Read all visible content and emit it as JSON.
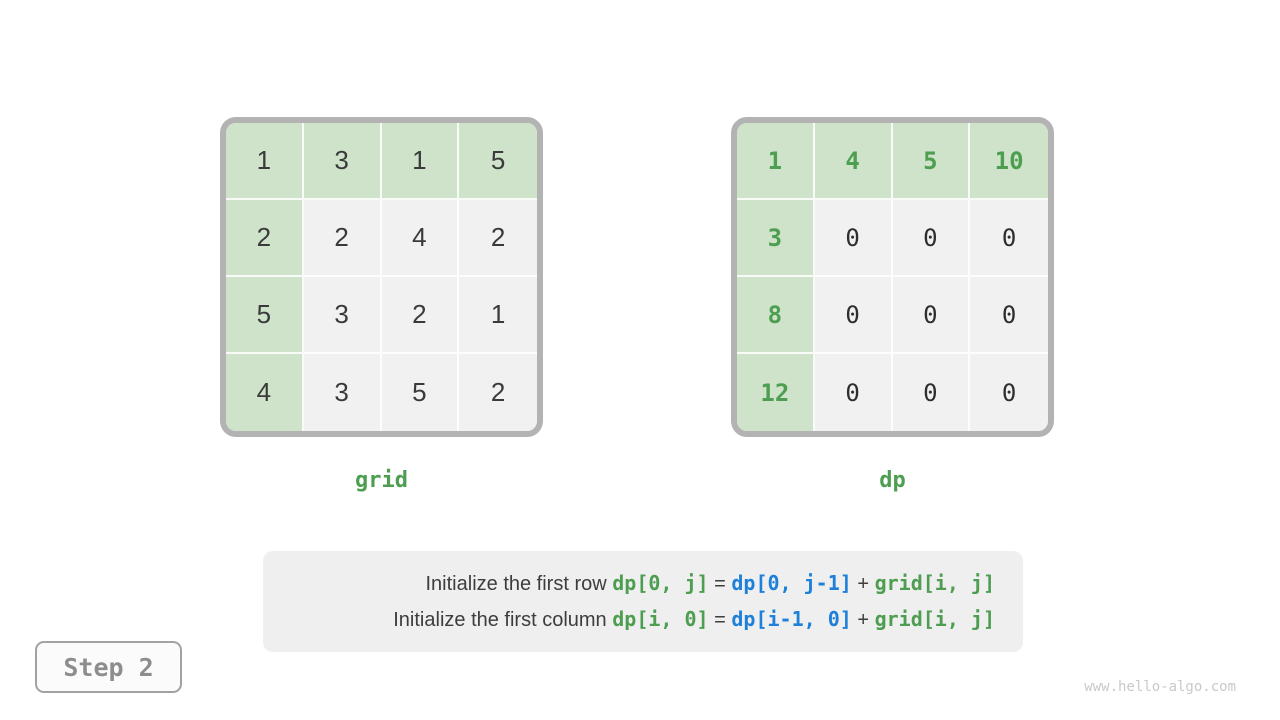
{
  "page": {
    "watermark": "www.hello-algo.com"
  },
  "step_badge": {
    "label": "Step 2"
  },
  "matrices": [
    {
      "id": "grid",
      "title": "grid",
      "rows": [
        [
          "1",
          "3",
          "1",
          "5"
        ],
        [
          "2",
          "2",
          "4",
          "2"
        ],
        [
          "5",
          "3",
          "2",
          "1"
        ],
        [
          "4",
          "3",
          "5",
          "2"
        ]
      ],
      "highlight": {
        "rows": [
          0
        ],
        "cols": [
          0
        ]
      },
      "highlight_value_text": false
    },
    {
      "id": "dp",
      "title": "dp",
      "rows": [
        [
          "1",
          "4",
          "5",
          "10"
        ],
        [
          "3",
          "0",
          "0",
          "0"
        ],
        [
          "8",
          "0",
          "0",
          "0"
        ],
        [
          "12",
          "0",
          "0",
          "0"
        ]
      ],
      "highlight": {
        "rows": [
          0
        ],
        "cols": [
          0
        ]
      },
      "highlight_value_text": true
    }
  ],
  "caption": {
    "lines": [
      {
        "segments": [
          {
            "text": "Initialize the first row ",
            "style": "plain"
          },
          {
            "text": "dp[0, j]",
            "style": "green"
          },
          {
            "text": " = ",
            "style": "plain"
          },
          {
            "text": "dp[0, j-1]",
            "style": "blue"
          },
          {
            "text": " + ",
            "style": "plain"
          },
          {
            "text": "grid[i, j]",
            "style": "green"
          }
        ]
      },
      {
        "segments": [
          {
            "text": "Initialize the first column ",
            "style": "plain"
          },
          {
            "text": "dp[i, 0]",
            "style": "green"
          },
          {
            "text": " = ",
            "style": "plain"
          },
          {
            "text": "dp[i-1, 0]",
            "style": "blue"
          },
          {
            "text": " + ",
            "style": "plain"
          },
          {
            "text": "grid[i, j]",
            "style": "green"
          }
        ]
      }
    ]
  },
  "colors": {
    "green-bg": "#cee3ca",
    "green-text": "#4d9e51",
    "blue-text": "#1e80d9",
    "cell-bg": "#f1f1f1",
    "outer-border": "#b3b3b3",
    "dark-text": "#3a3a3a",
    "caption-bg": "#efefef",
    "caption-text": "#3d3d3d",
    "step-border": "#a2a2a2",
    "step-text": "#8d8d8d",
    "step-bg": "#fbfbfb",
    "watermark": "#c9c9c9",
    "page-bg": "#ffffff"
  }
}
